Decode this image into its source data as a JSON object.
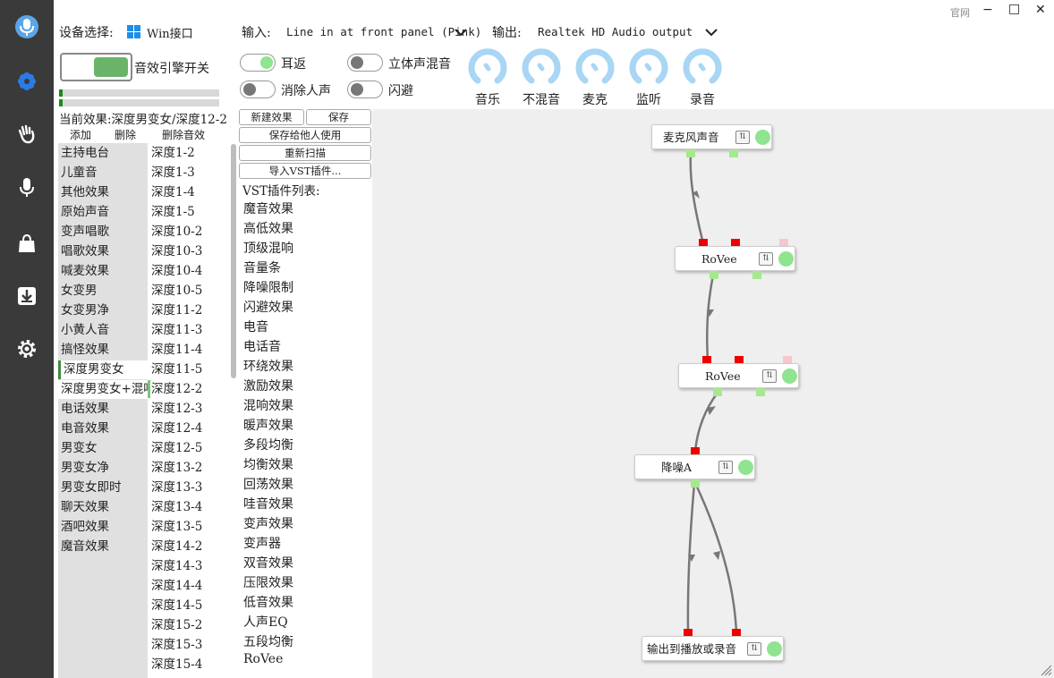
{
  "window": {
    "official_site": "官网",
    "min": "−",
    "max": "□",
    "close": "✕"
  },
  "device": {
    "label": "设备选择:",
    "driver": "Win接口"
  },
  "input": {
    "label": "输入:",
    "value": "Line in at front panel (Pink)"
  },
  "output": {
    "label": "输出:",
    "value": "Realtek HD Audio output"
  },
  "engine_switch": {
    "label": "音效引擎开关"
  },
  "toggles": {
    "monitor": {
      "label": "耳返",
      "on": true
    },
    "stereo_mix": {
      "label": "立体声混音",
      "on": false
    },
    "remove_vocal": {
      "label": "消除人声",
      "on": false
    },
    "duck": {
      "label": "闪避",
      "on": false
    }
  },
  "dials": [
    "音乐",
    "不混音",
    "麦克",
    "监听",
    "录音"
  ],
  "current_effect": "当前效果:深度男变女/深度12-2",
  "actions": {
    "add": "添加",
    "delete": "删除",
    "delete_effect": "删除音效"
  },
  "categories": [
    "主持电台",
    "儿童音",
    "其他效果",
    "原始声音",
    "变声唱歌",
    "唱歌效果",
    "喊麦效果",
    "女变男",
    "女变男净",
    "小黄人音",
    "搞怪效果",
    "深度男变女",
    "深度男变女+混响",
    "电话效果",
    "电音效果",
    "男变女",
    "男变女净",
    "男变女即时",
    "聊天效果",
    "酒吧效果",
    "魔音效果"
  ],
  "presets": [
    "深度1-2",
    "深度1-3",
    "深度1-4",
    "深度1-5",
    "深度10-2",
    "深度10-3",
    "深度10-4",
    "深度10-5",
    "深度11-2",
    "深度11-3",
    "深度11-4",
    "深度11-5",
    "深度12-2",
    "深度12-3",
    "深度12-4",
    "深度12-5",
    "深度13-2",
    "深度13-3",
    "深度13-4",
    "深度13-5",
    "深度14-2",
    "深度14-3",
    "深度14-4",
    "深度14-5",
    "深度15-2",
    "深度15-3",
    "深度15-4"
  ],
  "buttons": {
    "new_effect": "新建效果",
    "save": "保存",
    "save_share": "保存给他人使用",
    "rescan": "重新扫描",
    "import_vst": "导入VST插件..."
  },
  "vst": {
    "header": "VST插件列表:",
    "items": [
      "魔音效果",
      "高低效果",
      "顶级混响",
      "音量条",
      "降噪限制",
      "闪避效果",
      "电音",
      "电话音",
      "环绕效果",
      "激励效果",
      "混响效果",
      "暖声效果",
      "多段均衡",
      "均衡效果",
      "回荡效果",
      "哇音效果",
      "变声效果",
      "变声器",
      "双音效果",
      "压限效果",
      "低音效果",
      "人声EQ",
      "五段均衡",
      "RoVee"
    ]
  },
  "nodes": {
    "mic": "麦克风声音",
    "rovee1": "RoVee",
    "rovee2": "RoVee",
    "denoise": "降噪A",
    "output": "输出到播放或录音"
  },
  "eq_glyph": "⇅",
  "accent_color": "#8fe48f",
  "port_red": "#ee0000"
}
